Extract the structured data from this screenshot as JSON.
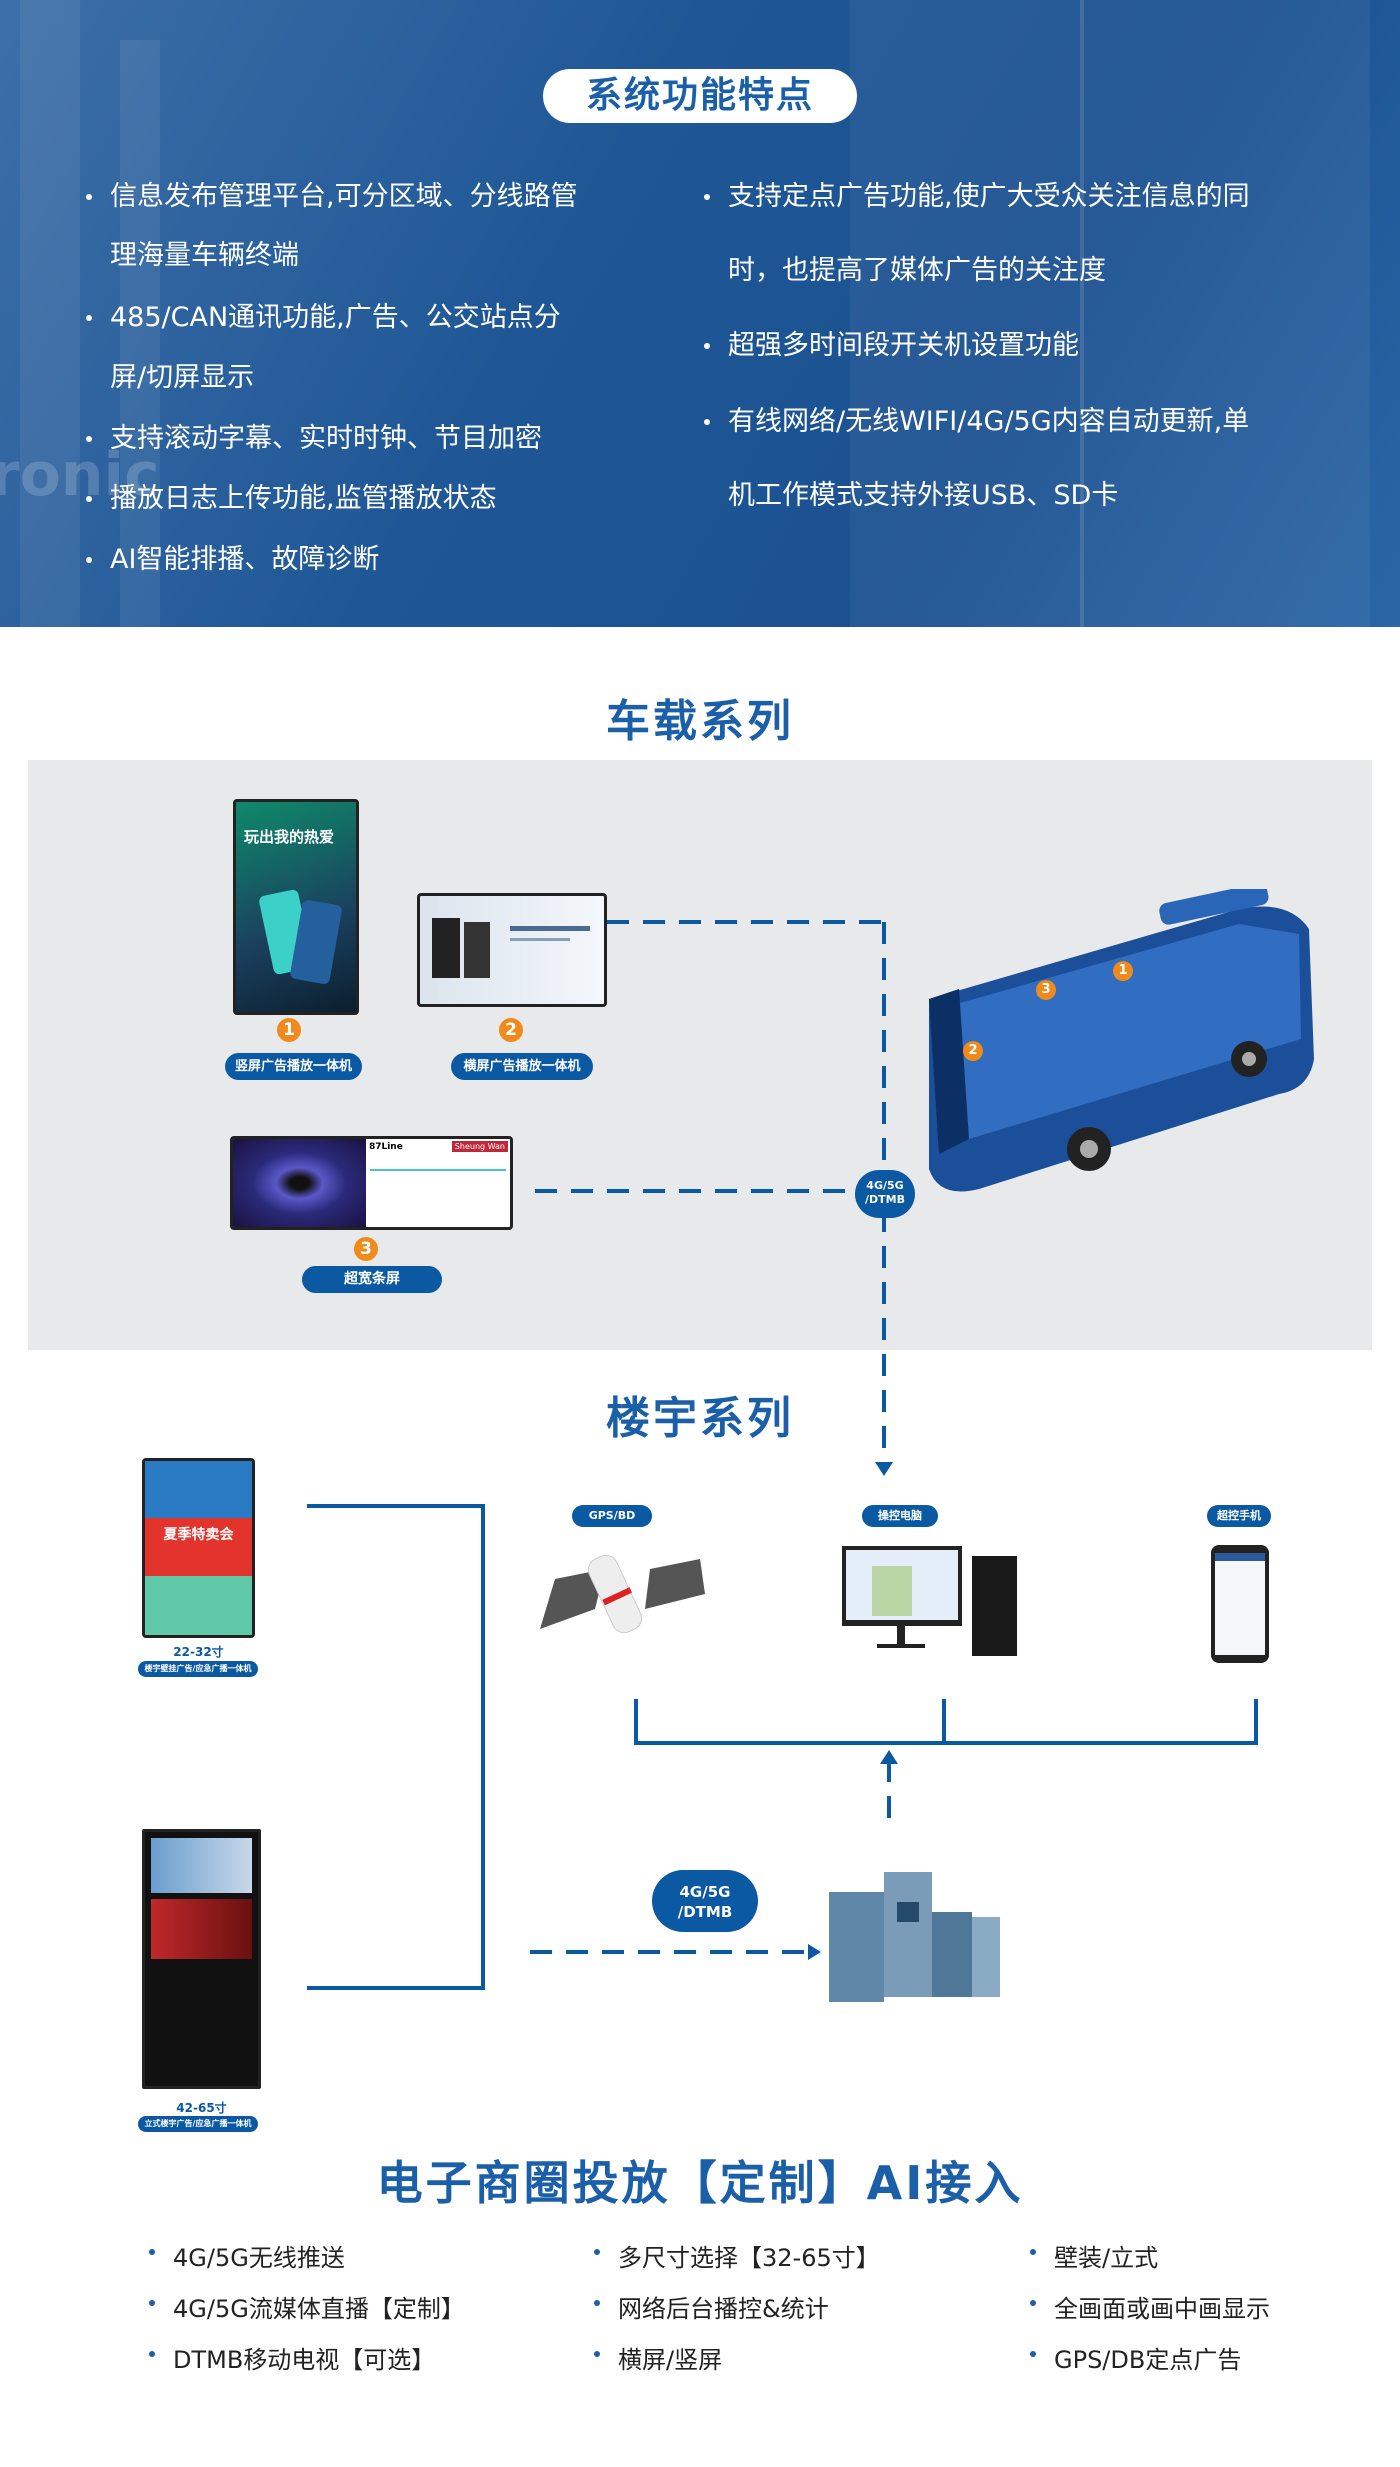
{
  "features": {
    "title": "系统功能特点",
    "left": [
      "信息发布管理平台,可分区域、分线路管",
      "理海量车辆终端",
      "485/CAN通讯功能,广告、公交站点分",
      "屏/切屏显示",
      "支持滚动字幕、实时时钟、节目加密",
      "播放日志上传功能,监管播放状态",
      "AI智能排播、故障诊断"
    ],
    "right": [
      "支持定点广告功能,使广大受众关注信息的同",
      "时，也提高了媒体广告的关注度",
      "超强多时间段开关机设置功能",
      "有线网络/无线WIFI/4G/5G内容自动更新,单",
      "机工作模式支持外接USB、SD卡"
    ],
    "bg_watermark": "ronic"
  },
  "vehicle": {
    "title": "车载系列",
    "items": [
      {
        "num": "1",
        "label": "竖屏广告播放一体机",
        "screen_text": "玩出我的热爱"
      },
      {
        "num": "2",
        "label": "横屏广告播放一体机"
      },
      {
        "num": "3",
        "label": "超宽条屏",
        "screen_text": "87Line",
        "station": "Sheung Wan"
      }
    ],
    "bus_markers": [
      "1",
      "2",
      "3"
    ],
    "network": "4G/5G /DTMB"
  },
  "building": {
    "title": "楼宇系列",
    "wall": {
      "size": "22-32寸",
      "label": "楼宇壁挂广告/应急广播一体机",
      "screen_text": "夏季特卖会"
    },
    "stand": {
      "size": "42-65寸",
      "label": "立式楼宇广告/应急广播一体机"
    },
    "nodes": [
      "GPS/BD",
      "操控电脑",
      "超控手机"
    ],
    "network": "4G/5G /DTMB"
  },
  "commerce": {
    "title": "电子商圈投放【定制】AI接入",
    "cols": [
      [
        "4G/5G无线推送",
        "4G/5G流媒体直播【定制】",
        "DTMB移动电视【可选】"
      ],
      [
        "多尺寸选择【32-65寸】",
        "网络后台播控&统计",
        "横屏/竖屏"
      ],
      [
        "壁装/立式",
        "全画面或画中画显示",
        "GPS/DB定点广告"
      ]
    ]
  },
  "colors": {
    "brand": "#0b58a3",
    "accent": "#f08a1c",
    "panel": "#e8e9eb"
  }
}
